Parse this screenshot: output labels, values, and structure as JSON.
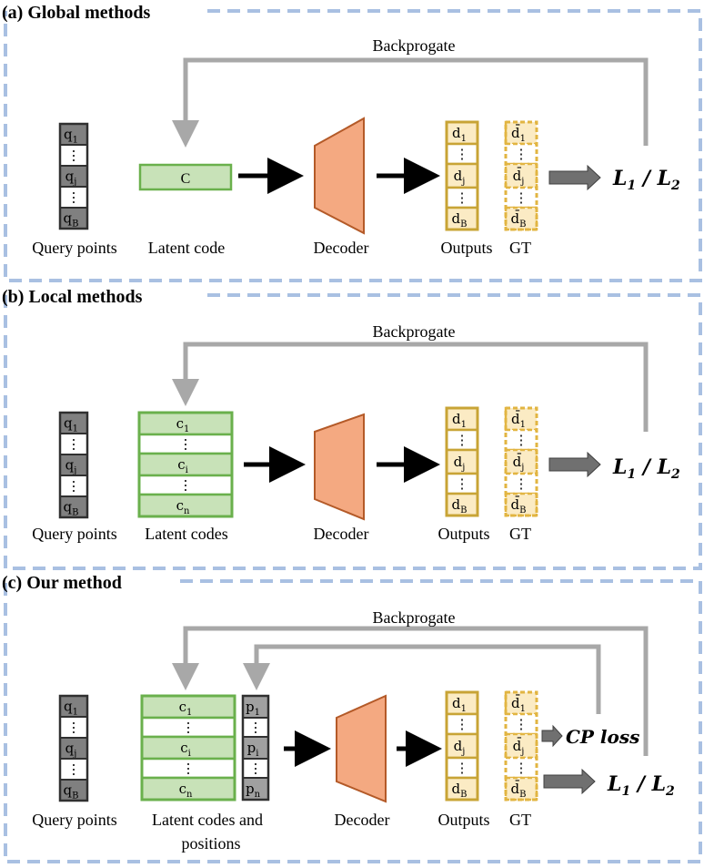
{
  "panels": [
    {
      "title": "(a) Global methods",
      "backprop": [
        "Backprogate"
      ],
      "query": {
        "cells": [
          "q",
          "⋮",
          "q",
          "⋮",
          "q"
        ],
        "subs": [
          "1",
          "",
          "j",
          "",
          "B"
        ],
        "caption": "Query points"
      },
      "latent": {
        "type": "single",
        "label": "C",
        "caption": "Latent code"
      },
      "decoder": "Decoder",
      "outputs": {
        "cells": [
          "d",
          "⋮",
          "d",
          "⋮",
          "d"
        ],
        "subs": [
          "1",
          "",
          "j",
          "",
          "B"
        ],
        "caption": "Outputs"
      },
      "gt": {
        "cells": [
          "d̄",
          "⋮",
          "d̄",
          "⋮",
          "d̄"
        ],
        "subs": [
          "1",
          "",
          "j",
          "",
          "B"
        ],
        "caption": "GT"
      },
      "loss": {
        "main": "L",
        "sub1": "1",
        "sep": " / ",
        "main2": "L",
        "sub2": "2"
      }
    },
    {
      "title": "(b) Local methods",
      "backprop": [
        "Backprogate"
      ],
      "query": {
        "cells": [
          "q",
          "⋮",
          "q",
          "⋮",
          "q"
        ],
        "subs": [
          "1",
          "",
          "j",
          "",
          "B"
        ],
        "caption": "Query points"
      },
      "latent": {
        "type": "stack",
        "cells": [
          "c",
          "⋮",
          "c",
          "⋮",
          "c"
        ],
        "subs": [
          "1",
          "",
          "i",
          "",
          "n"
        ],
        "caption": "Latent codes"
      },
      "decoder": "Decoder",
      "outputs": {
        "cells": [
          "d",
          "⋮",
          "d",
          "⋮",
          "d"
        ],
        "subs": [
          "1",
          "",
          "j",
          "",
          "B"
        ],
        "caption": "Outputs"
      },
      "gt": {
        "cells": [
          "d̄",
          "⋮",
          "d̄",
          "⋮",
          "d̄"
        ],
        "subs": [
          "1",
          "",
          "j",
          "",
          "B"
        ],
        "caption": "GT"
      },
      "loss": {
        "main": "L",
        "sub1": "1",
        "sep": " / ",
        "main2": "L",
        "sub2": "2"
      }
    },
    {
      "title": "(c) Our method",
      "backprop": [
        "Backprogate"
      ],
      "query": {
        "cells": [
          "q",
          "⋮",
          "q",
          "⋮",
          "q"
        ],
        "subs": [
          "1",
          "",
          "j",
          "",
          "B"
        ],
        "caption": "Query points"
      },
      "latent": {
        "type": "stack",
        "cells": [
          "c",
          "⋮",
          "c",
          "⋮",
          "c"
        ],
        "subs": [
          "1",
          "",
          "i",
          "",
          "n"
        ],
        "caption": "Latent codes and",
        "caption2": "positions"
      },
      "positions": {
        "cells": [
          "p",
          "⋮",
          "p",
          "⋮",
          "p"
        ],
        "subs": [
          "1",
          "",
          "i",
          "",
          "n"
        ]
      },
      "decoder": "Decoder",
      "outputs": {
        "cells": [
          "d",
          "⋮",
          "d",
          "⋮",
          "d"
        ],
        "subs": [
          "1",
          "",
          "j",
          "",
          "B"
        ],
        "caption": "Outputs"
      },
      "gt": {
        "cells": [
          "d̄",
          "⋮",
          "d̄",
          "⋮",
          "d̄"
        ],
        "subs": [
          "1",
          "",
          "j",
          "",
          "B"
        ],
        "caption": "GT"
      },
      "cp_loss": "CP loss",
      "loss": {
        "main": "L",
        "sub1": "1",
        "sep": " / ",
        "main2": "L",
        "sub2": "2"
      }
    }
  ],
  "colors": {
    "frame": "#a9c0e2",
    "query_fill": "#808080",
    "latent_fill": "#c8e2b8",
    "latent_stroke": "#6ab04c",
    "output_fill": "#fbebc4",
    "output_stroke": "#c8a436",
    "gt_stroke": "#e2b542",
    "decoder_fill": "#f4a981",
    "decoder_stroke": "#b45a28",
    "backprop": "#a8a8a8",
    "loss_arrow": "#707070"
  }
}
